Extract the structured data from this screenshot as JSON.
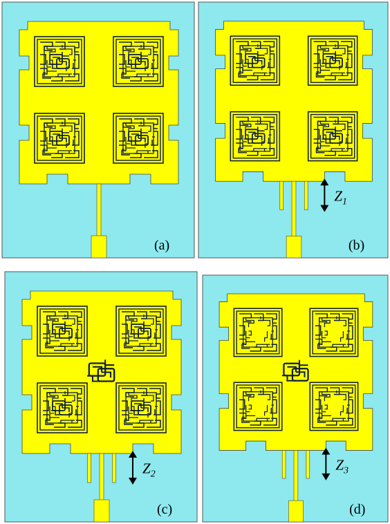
{
  "figure": {
    "colors": {
      "substrate": "#8DE9EE",
      "patch": "#FFFF00",
      "slot": "#0F1F3F",
      "border": "#555555",
      "arrow": "#000000"
    },
    "panels": [
      {
        "id": "a",
        "label": "(a)",
        "center_slot": false,
        "stubs": 0,
        "dimension": null,
        "dim_sub": null,
        "corner_slots": true
      },
      {
        "id": "b",
        "label": "(b)",
        "center_slot": false,
        "stubs": 2,
        "dimension": "Z",
        "dim_sub": "1",
        "corner_slots": true
      },
      {
        "id": "c",
        "label": "(c)",
        "center_slot": true,
        "stubs": 2,
        "dimension": "Z",
        "dim_sub": "2",
        "corner_slots": true
      },
      {
        "id": "d",
        "label": "(d)",
        "center_slot": true,
        "stubs": 2,
        "dimension": "Z",
        "dim_sub": "3",
        "corner_slots": false
      }
    ]
  }
}
